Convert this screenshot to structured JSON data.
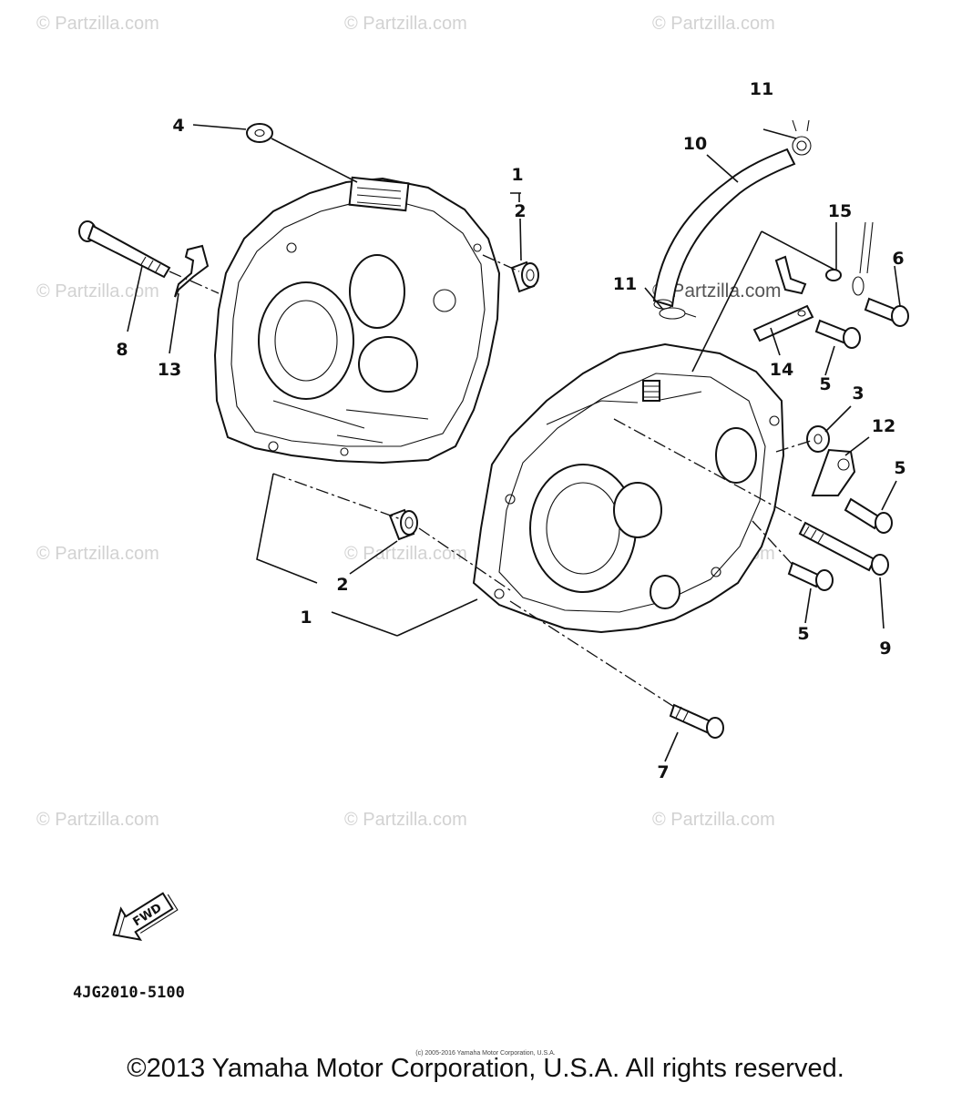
{
  "watermark": "© Partzilla.com",
  "callouts": {
    "c1_top": "1",
    "c2_top": "2",
    "c1_bottom": "1",
    "c2_bottom": "2",
    "c3": "3",
    "c4": "4",
    "c5_a": "5",
    "c5_b": "5",
    "c5_c": "5",
    "c6": "6",
    "c7": "7",
    "c8": "8",
    "c9": "9",
    "c10": "10",
    "c11_top": "11",
    "c11_mid": "11",
    "c12": "12",
    "c13": "13",
    "c14": "14",
    "c15": "15"
  },
  "fwd_label": "FWD",
  "diagram_ref": "4JG2010-5100",
  "fine_print": "(c) 2005-2016 Yamaha Motor Corporation, U.S.A.",
  "copyright": "©2013 Yamaha Motor Corporation, U.S.A. All rights reserved."
}
